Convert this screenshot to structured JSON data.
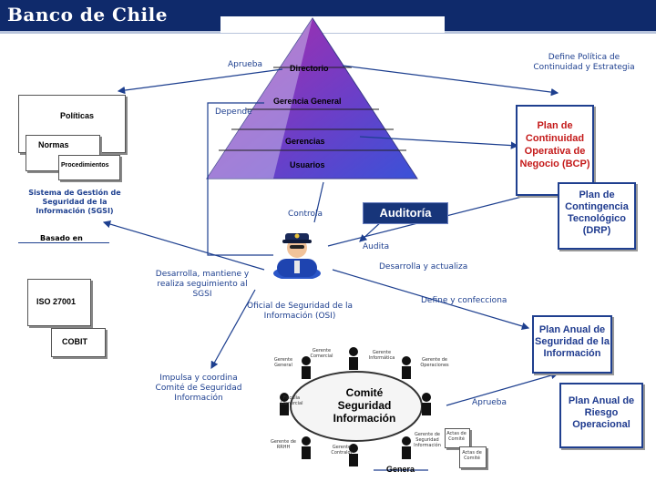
{
  "header": {
    "logo_text": "Banco de Chile"
  },
  "pyramid": {
    "levels": [
      "Directorio",
      "Gerencia General",
      "Gerencias",
      "Usuarios"
    ]
  },
  "documents": {
    "politicas": "Políticas",
    "normas": "Normas",
    "procedimientos": "Procedimientos",
    "sgsi": "Sistema de Gestión de Seguridad de la Información (SGSI)",
    "basado_en": "Basado en",
    "iso": "ISO 27001",
    "cobit": "COBIT"
  },
  "right_docs": {
    "bcp": "Plan de Continuidad Operativa de Negocio (BCP)",
    "drp": "Plan de Contingencia Tecnológico (DRP)",
    "plan_seguridad": "Plan Anual de Seguridad de la Información",
    "plan_riesgo": "Plan Anual de Riesgo Operacional"
  },
  "labels": {
    "aprueba_top": "Aprueba",
    "define_politica": "Define Política de Continuidad y Estrategia",
    "depende": "Depende",
    "controla": "Controla",
    "auditoria": "Auditoría",
    "audita": "Audita",
    "desarrolla_actualiza": "Desarrolla y actualiza",
    "desarrolla_mantiene": "Desarrolla, mantiene y realiza seguimiento al SGSI",
    "oficial": "Oficial de Seguridad de la Información (OSI)",
    "define_confecciona": "Define y confecciona",
    "impulsa": "Impulsa y coordina Comité de Seguridad Información",
    "aprueba_bottom": "Aprueba",
    "genera": "Genera"
  },
  "committee": {
    "title": "Comité Seguridad Información",
    "members": [
      "Gerente Informática",
      "Gerente de Operaciones",
      "Gerente de Seguridad Información",
      "Gerente de RRHH",
      "Gerente Contralor",
      "Fiscalía Comercial",
      "Gerente General",
      "Gerente Comercial"
    ],
    "actas": [
      "Actas de Comité",
      "Actas de Comité"
    ]
  },
  "colors": {
    "navy": "#1f3f8f",
    "label_blue": "#1d3f8f",
    "doc_red": "#c41a1a",
    "auditoria_bg": "#17357a",
    "pyramid_top": "#9c27b0",
    "pyramid_base": "#3f4fcf"
  }
}
